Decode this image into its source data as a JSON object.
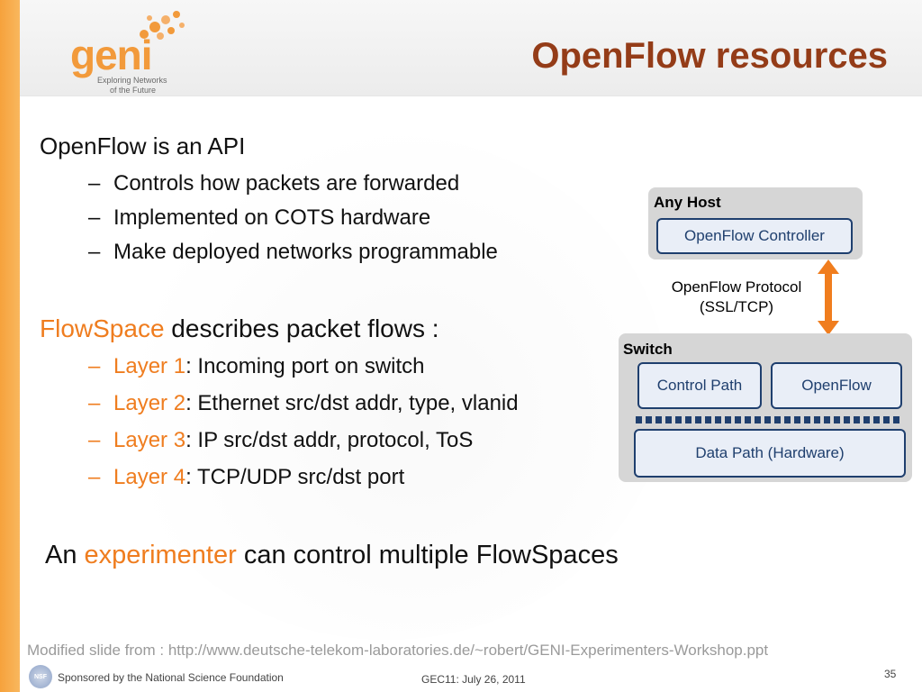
{
  "logo": {
    "word": "geni",
    "tagline_1": "Exploring Networks",
    "tagline_2": "of the Future"
  },
  "title": "OpenFlow resources",
  "content": {
    "heading1": "OpenFlow is an API",
    "bullets1": [
      "Controls how packets are forwarded",
      "Implemented on COTS hardware",
      "Make deployed networks programmable"
    ],
    "heading2_highlight": "FlowSpace",
    "heading2_rest": " describes packet flows :",
    "layers": [
      {
        "name": "Layer 1",
        "desc": ": Incoming port on switch"
      },
      {
        "name": "Layer 2",
        "desc": ": Ethernet src/dst addr, type, vlanid"
      },
      {
        "name": "Layer 3",
        "desc": ": IP src/dst addr, protocol, ToS"
      },
      {
        "name": "Layer 4",
        "desc": ": TCP/UDP src/dst port"
      }
    ],
    "closing_pre": "An ",
    "closing_highlight": "experimenter",
    "closing_post": " can control multiple FlowSpaces",
    "dash": "–"
  },
  "diagram": {
    "host_label": "Any Host",
    "controller": "OpenFlow Controller",
    "protocol_1": "OpenFlow Protocol",
    "protocol_2": "(SSL/TCP)",
    "switch_label": "Switch",
    "control_path": "Control Path",
    "openflow": "OpenFlow",
    "data_path": "Data Path (Hardware)"
  },
  "footer": {
    "source": "Modified slide from : http://www.deutsche-telekom-laboratories.de/~robert/GENI-Experimenters-Workshop.ppt",
    "sponsor": "Sponsored by the National Science Foundation",
    "nsf": "NSF",
    "event": "GEC11: July 26, 2011",
    "page": "35"
  },
  "colors": {
    "accent": "#ef7d1f",
    "title": "#943c18",
    "box_border": "#1f3f6e",
    "arrow": "#f07d1e"
  }
}
